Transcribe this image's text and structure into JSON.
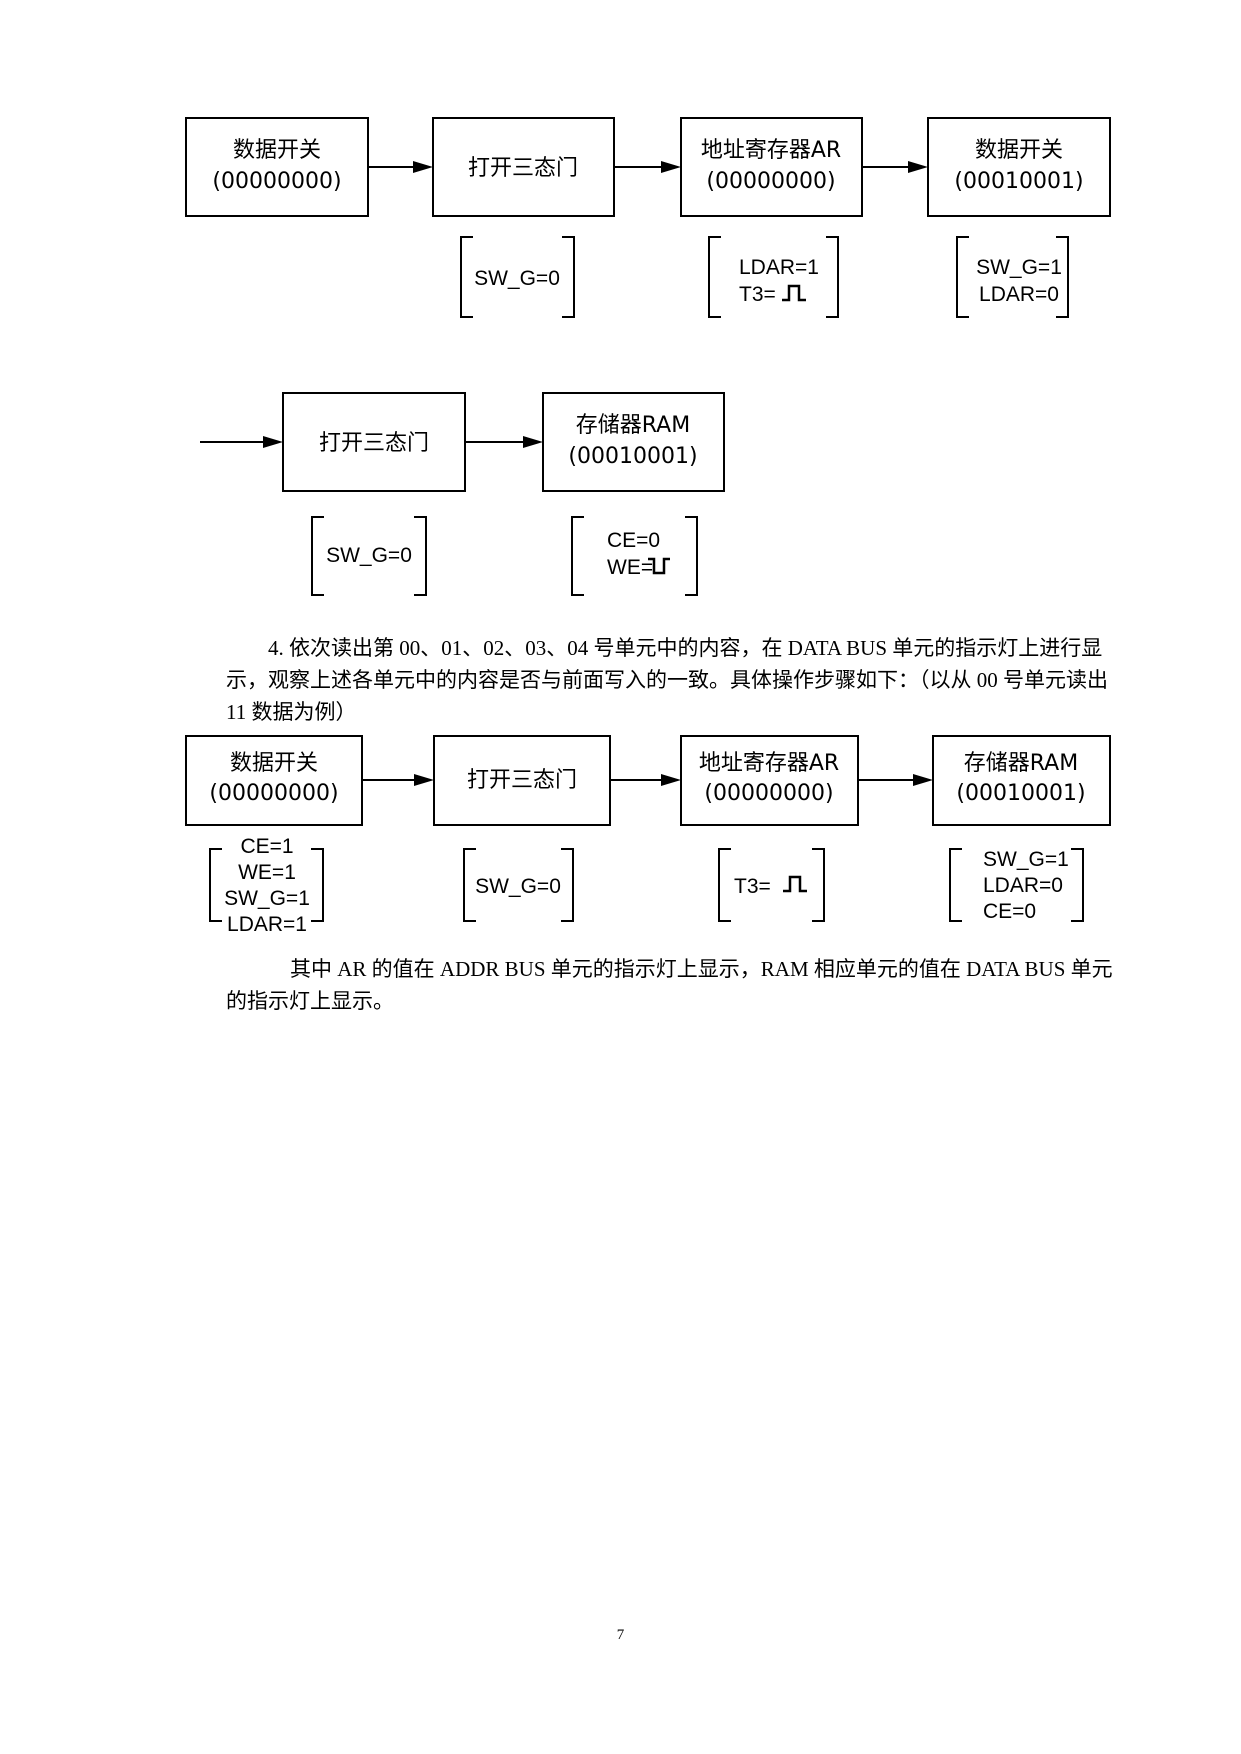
{
  "diagram1": {
    "boxes": [
      {
        "line1": "数据开关",
        "line2": "(00000000)"
      },
      {
        "line1": "打开三态门",
        "line2": ""
      },
      {
        "line1": "地址寄存器AR",
        "line2": "(00000000)"
      },
      {
        "line1": "数据开关",
        "line2": "(00010001)"
      }
    ],
    "controls": [
      {
        "lines": [
          "SW_G=0"
        ]
      },
      {
        "lines": [
          "LDAR=1",
          "T3="
        ],
        "wave": "pulse-high"
      },
      {
        "lines": [
          "SW_G=1",
          "LDAR=0"
        ]
      }
    ]
  },
  "diagram2": {
    "boxes": [
      {
        "line1": "打开三态门",
        "line2": ""
      },
      {
        "line1": "存储器RAM",
        "line2": "(00010001)"
      }
    ],
    "controls": [
      {
        "lines": [
          "SW_G=0"
        ]
      },
      {
        "lines": [
          "CE=0",
          "WE="
        ],
        "wave": "pulse-low"
      }
    ]
  },
  "paragraph_step4": "4. 依次读出第 00、01、02、03、04 号单元中的内容，在 DATA BUS 单元的指示灯上进行显示，观察上述各单元中的内容是否与前面写入的一致。具体操作步骤如下：（以从 00 号单元读出 11 数据为例）",
  "diagram3": {
    "boxes": [
      {
        "line1": "数据开关",
        "line2": "(00000000)"
      },
      {
        "line1": "打开三态门",
        "line2": ""
      },
      {
        "line1": "地址寄存器AR",
        "line2": "(00000000)"
      },
      {
        "line1": "存储器RAM",
        "line2": "(00010001)"
      }
    ],
    "controls": [
      {
        "lines": [
          "CE=1",
          "WE=1",
          "SW_G=1",
          "LDAR=1"
        ]
      },
      {
        "lines": [
          "SW_G=0"
        ]
      },
      {
        "lines": [
          "T3="
        ],
        "wave": "pulse-high"
      },
      {
        "lines": [
          "SW_G=1",
          "LDAR=0",
          "CE=0"
        ]
      }
    ]
  },
  "paragraph_note": "其中 AR 的值在 ADDR BUS 单元的指示灯上显示，RAM 相应单元的值在 DATA BUS 单元的指示灯上显示。",
  "page_number": "7"
}
